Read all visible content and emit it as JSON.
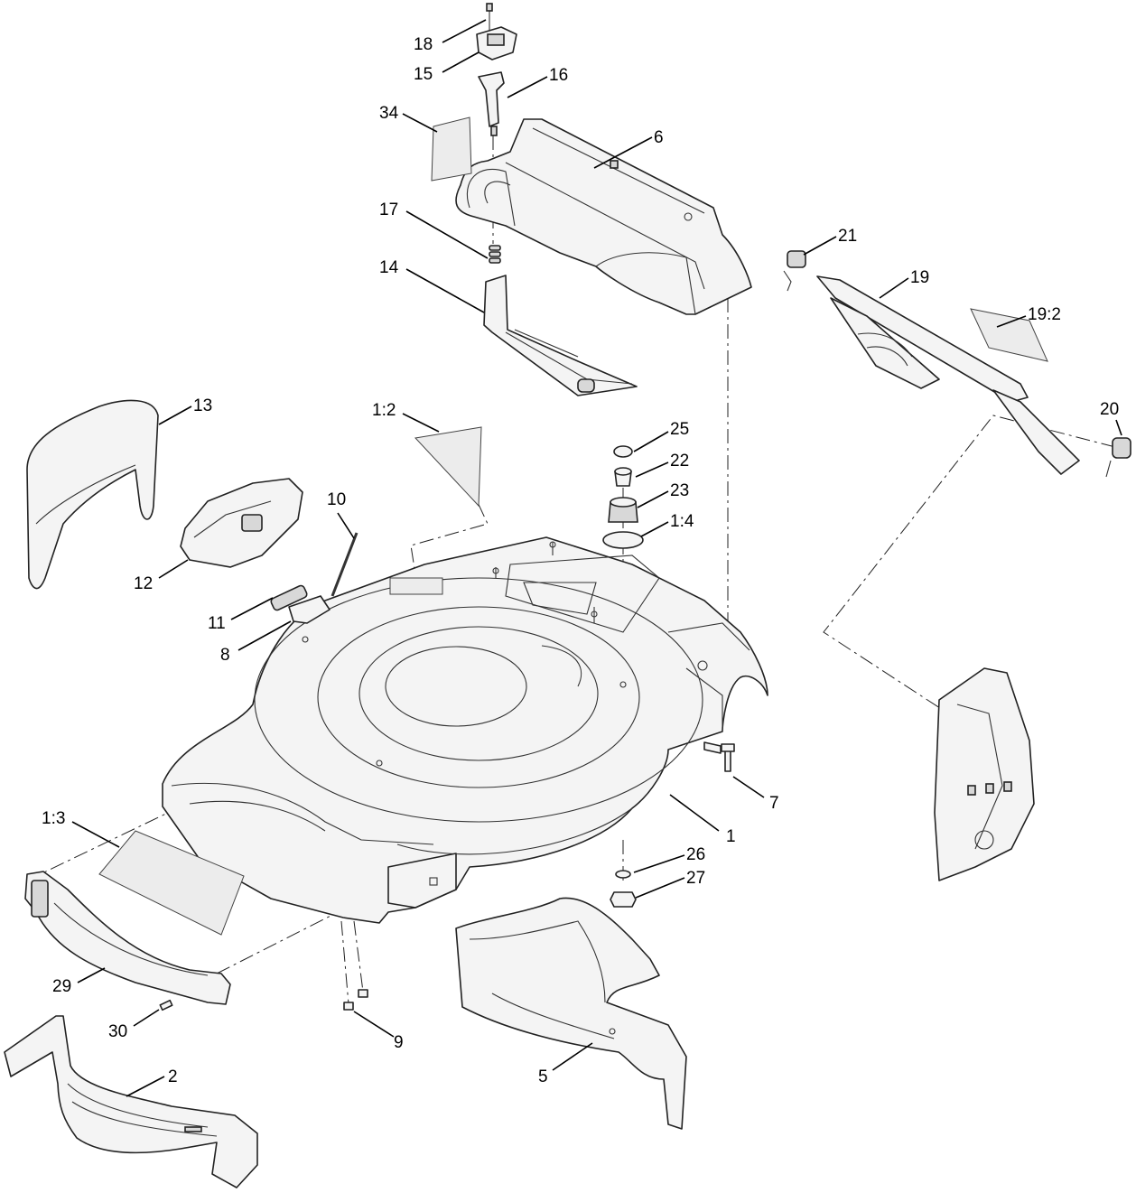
{
  "labels": {
    "l18": "18",
    "l15": "15",
    "l16": "16",
    "l34": "34",
    "l6": "6",
    "l17": "17",
    "l14": "14",
    "l21": "21",
    "l19": "19",
    "l19_2": "19:2",
    "l20": "20",
    "l13": "13",
    "l1_2": "1:2",
    "l25": "25",
    "l22": "22",
    "l23": "23",
    "l1_4": "1:4",
    "l10": "10",
    "l12": "12",
    "l11": "11",
    "l8": "8",
    "l7": "7",
    "l1": "1",
    "l1_3": "1:3",
    "l26": "26",
    "l27": "27",
    "l29": "29",
    "l30": "30",
    "l9": "9",
    "l2": "2",
    "l5": "5"
  }
}
